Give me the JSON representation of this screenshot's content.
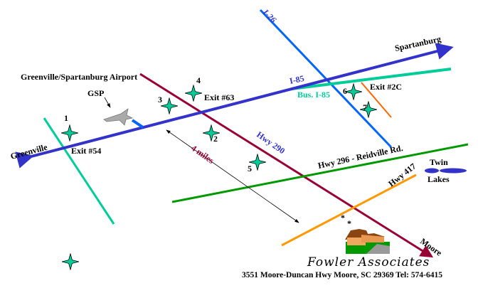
{
  "roads": {
    "i26": "I-26",
    "i85": "I-85",
    "bus_i85": "Bus. I-85",
    "hwy290": "Hwy 290",
    "hwy296": "Hwy 296 - Reidville Rd.",
    "hwy417": "Hwy 417"
  },
  "places": {
    "spartanburg": "Spartanburg",
    "greenville": "Greenville",
    "airport": "Greenville/Spartanburg Airport",
    "gsp": "GSP",
    "twin": "Twin",
    "lakes": "Lakes",
    "moore": "Moore"
  },
  "exits": {
    "exit54": "Exit #54",
    "exit63": "Exit #63",
    "exit2c": "Exit #2C"
  },
  "distance": "4 miles",
  "markers": [
    "1",
    "2",
    "3",
    "4",
    "5",
    "6",
    "7"
  ],
  "company": {
    "name": "Fowler Associates",
    "address": "3551 Moore-Duncan Hwy  Moore, SC  29369   Tel:  574-6415"
  },
  "colors": {
    "i85": "#3333cc",
    "i26": "#0066ff",
    "bus_i85": "#00cc99",
    "hwy290": "#990033",
    "hwy296": "#009900",
    "hwy417": "#ff9900",
    "exit2c": "#ff6600",
    "star": "#00cc99"
  }
}
